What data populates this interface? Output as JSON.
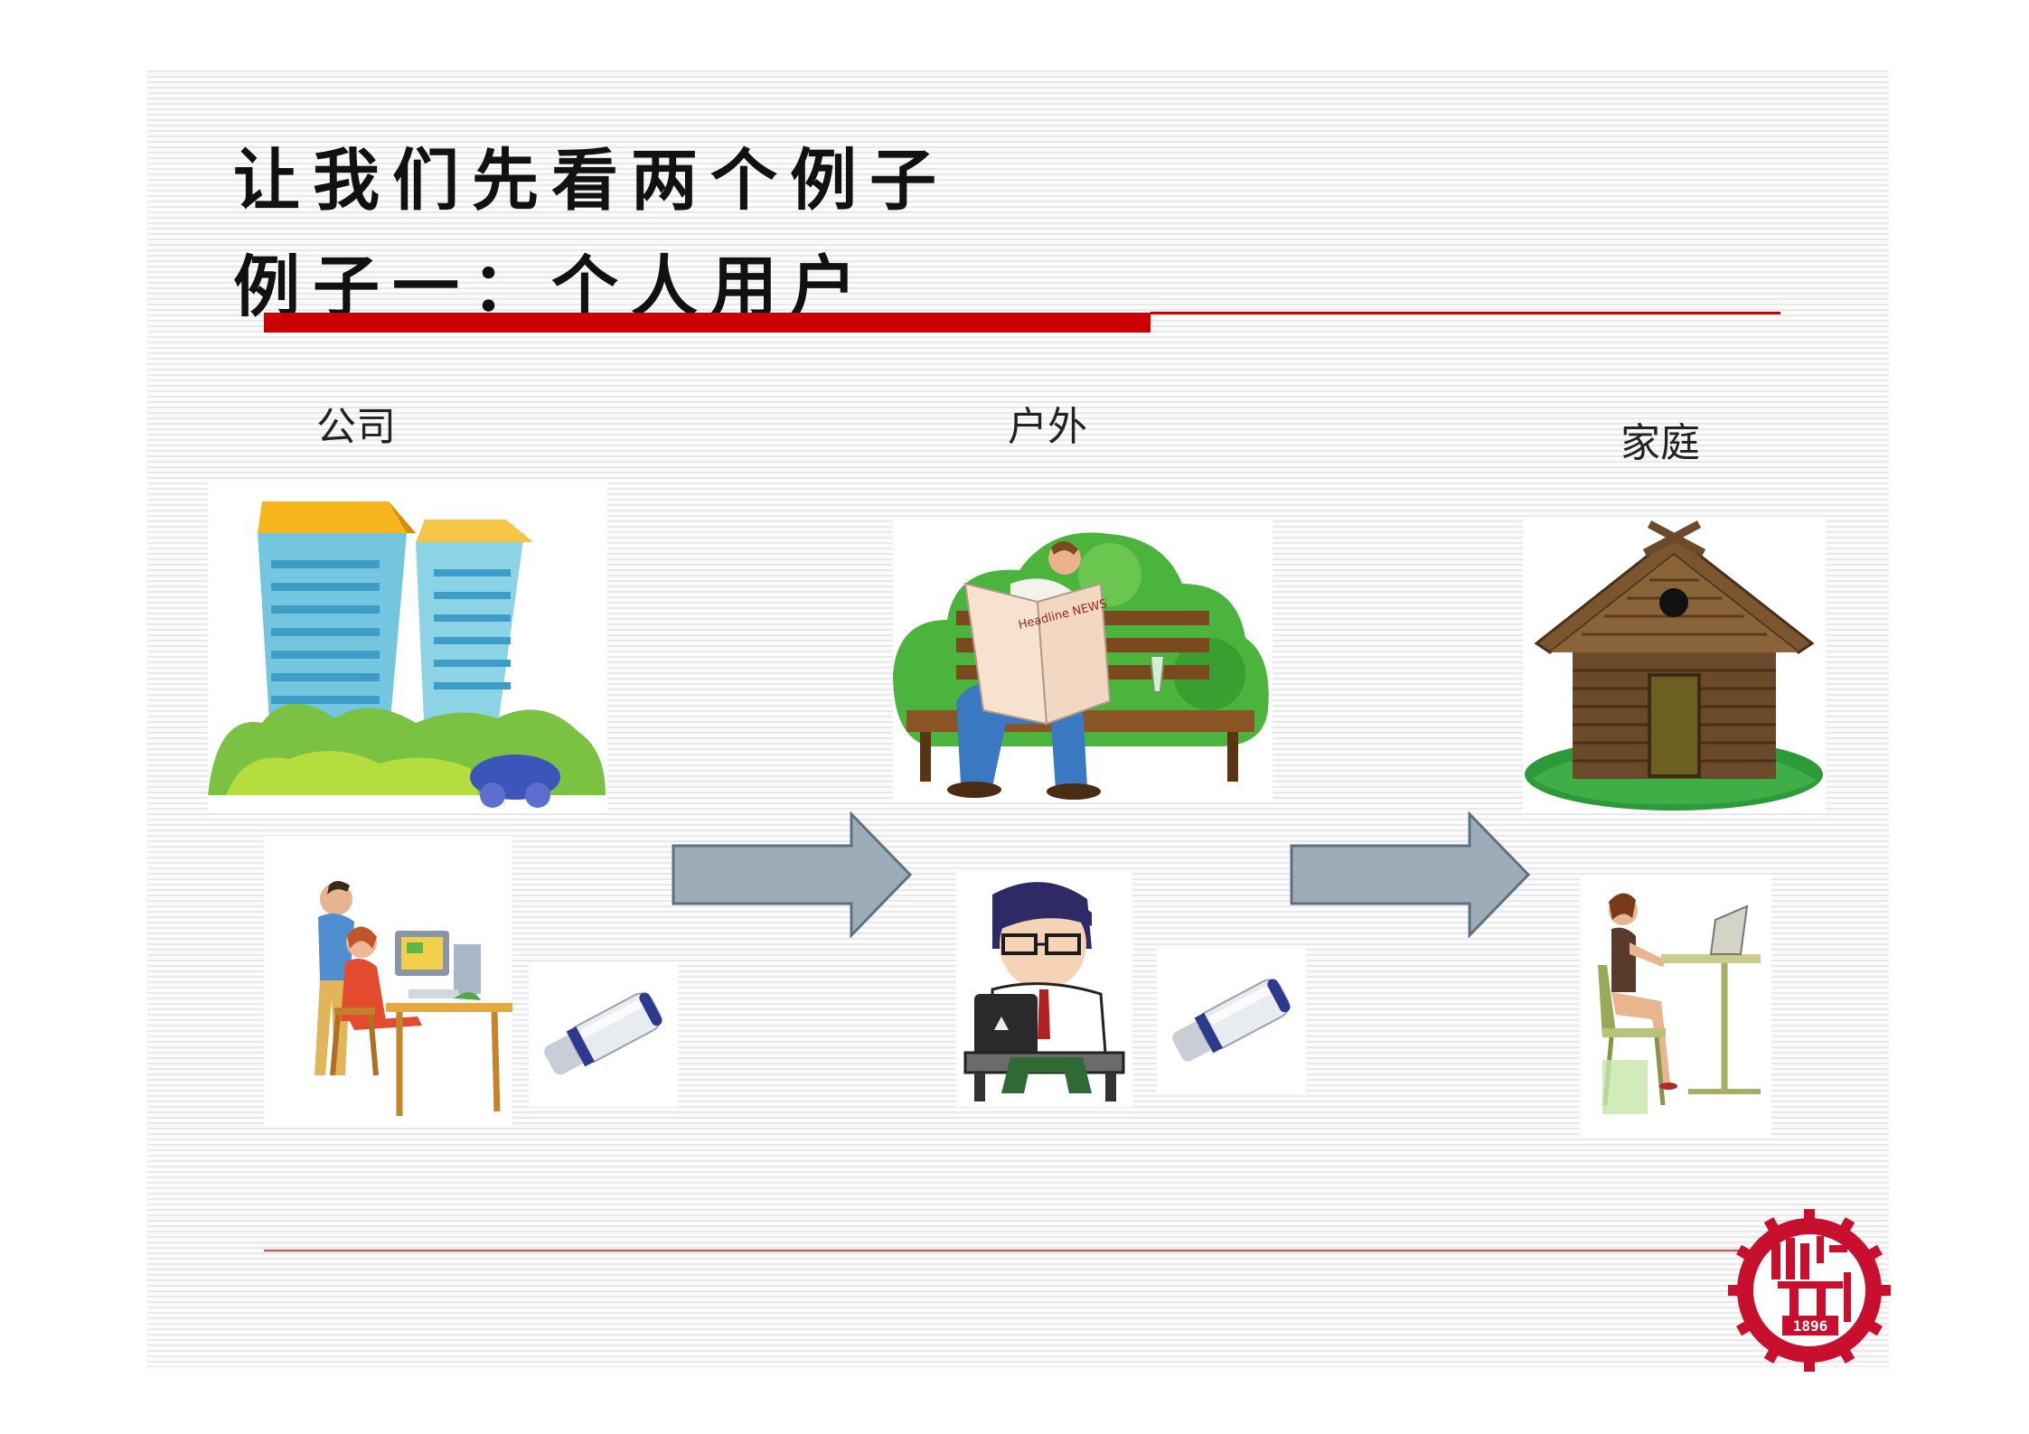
{
  "slide": {
    "title_line1": "让我们先看两个例子",
    "title_line2": "例子一：个人用户"
  },
  "locations": [
    {
      "label": "公司",
      "scene_icon": "office-buildings-icon",
      "user_icon": "office-workers-computer-icon"
    },
    {
      "label": "户外",
      "scene_icon": "man-reading-newspaper-bench-icon",
      "user_icon": "man-laptop-bench-icon"
    },
    {
      "label": "家庭",
      "scene_icon": "log-cabin-icon",
      "user_icon": "woman-laptop-desk-icon"
    }
  ],
  "newspaper_text": "Headline NEWS",
  "logo_year": "1896",
  "colors": {
    "accent": "#cc0000",
    "arrow": "#9eacba",
    "arrow_border": "#5e7183"
  }
}
